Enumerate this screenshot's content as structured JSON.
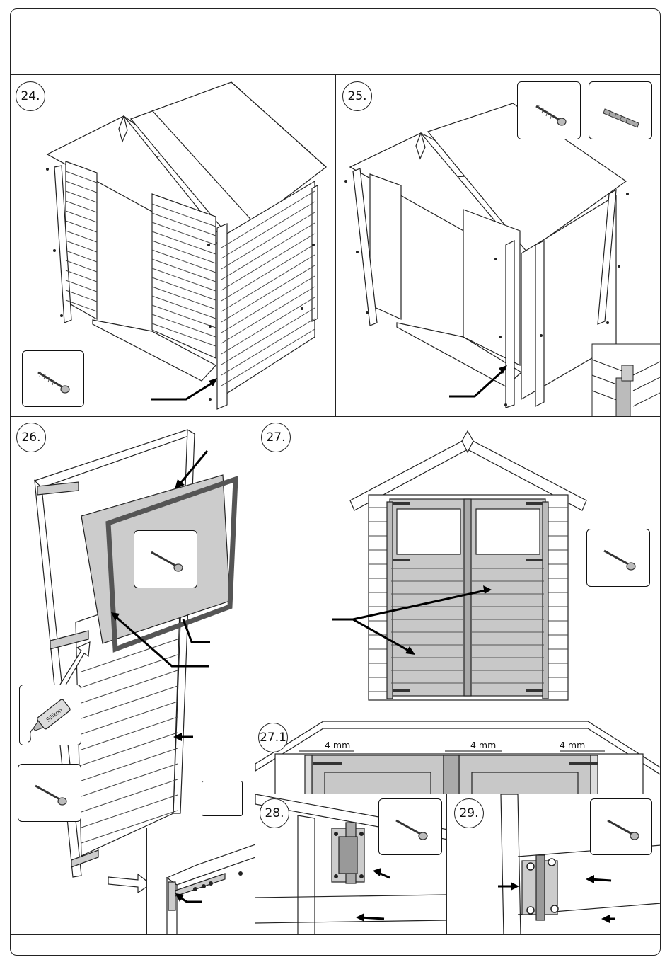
{
  "steps": {
    "s24": "24.",
    "s25": "25.",
    "s26": "26.",
    "s27": "27.",
    "s27_1": "27.1",
    "s28": "28.",
    "s29": "29."
  },
  "dimensions": {
    "gap_left": "4 mm",
    "gap_center": "4 mm",
    "gap_right": "4 mm"
  },
  "labels": {
    "silicon": "Silikon"
  },
  "icons": [
    "screw-icon",
    "drill-bit-icon",
    "silicone-tube-icon",
    "arrow-icon"
  ]
}
